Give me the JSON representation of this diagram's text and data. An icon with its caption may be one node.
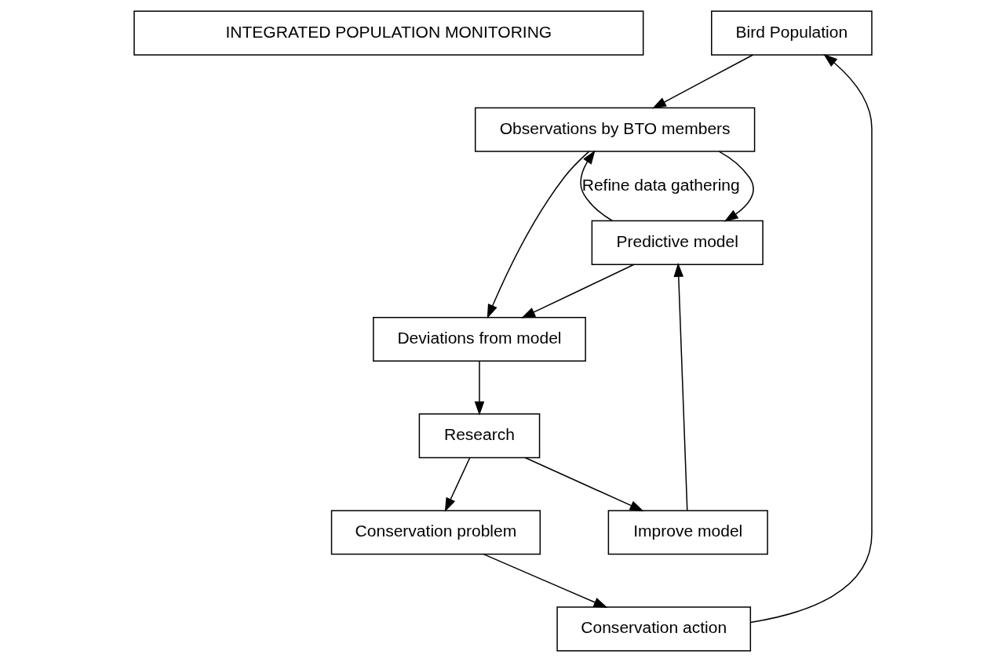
{
  "diagram": {
    "nodes": [
      {
        "text": [
          "INTEGRATED POPULATION MONITORING"
        ]
      },
      {
        "text": [
          "Bird Population"
        ]
      },
      {
        "text": [
          "Observations by BTO members"
        ]
      },
      {
        "text": [
          "Predictive model"
        ]
      },
      {
        "text": [
          "Deviations from model"
        ]
      },
      {
        "text": [
          "Conservation action"
        ]
      },
      {
        "text": [
          "Research"
        ]
      },
      {
        "text": [
          "Conservation problem"
        ]
      },
      {
        "text": [
          "Improve model"
        ]
      }
    ],
    "edges": [
      {
        "from": 1,
        "to": 2,
        "arrow": "to"
      },
      {
        "from": 3,
        "to": 2,
        "arrow": "to",
        "label": "Refine data gathering"
      },
      {
        "from": 2,
        "to": 3,
        "arrow": "to"
      },
      {
        "from": 2,
        "to": 4,
        "arrow": "to"
      },
      {
        "from": 3,
        "to": 4,
        "arrow": "to"
      },
      {
        "from": 4,
        "to": 6,
        "arrow": "to"
      },
      {
        "from": 6,
        "to": 7,
        "arrow": "to"
      },
      {
        "from": 6,
        "to": 8,
        "arrow": "to"
      },
      {
        "from": 8,
        "to": 3,
        "arrow": "to"
      },
      {
        "from": 7,
        "to": 5,
        "arrow": "to"
      },
      {
        "from": 5,
        "to": 1,
        "arrow": "to"
      }
    ]
  }
}
